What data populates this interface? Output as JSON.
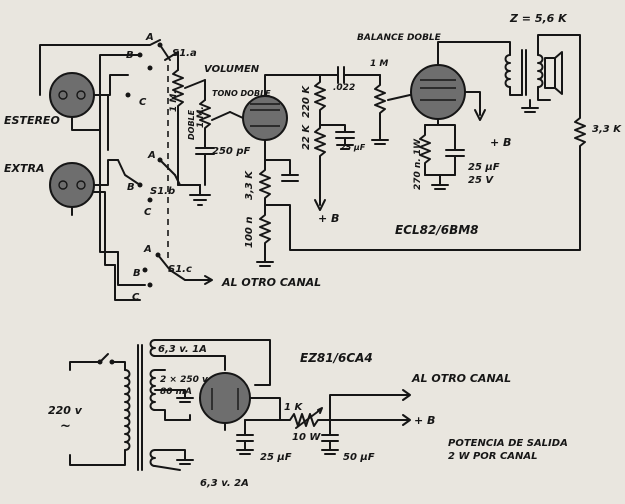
{
  "labels": {
    "estereo": "ESTEREO",
    "extra": "EXTRA",
    "s1a": "S1.a",
    "s1b": "S1.b",
    "s1c": "S1.c",
    "pos_a": "A",
    "pos_b": "B",
    "pos_c": "C",
    "volumen": "VOLUMEN",
    "vol_value": "1 M.",
    "doble": "DOBLE",
    "tono_doble": "TONO DOBLE",
    "tono_value": "1 M.",
    "cap_250pf": "250 pF",
    "r_220k": "220 K",
    "r_22k": "22 K",
    "cap_022": ".022",
    "cap_25uf_top": "25 µF",
    "balance_doble": "BALANCE DOBLE",
    "balance_value": "1 M",
    "z_value": "Z = 5,6 K",
    "r_33k_right": "3,3 K",
    "plus_b_1": "+ B",
    "plus_b_2": "+ B",
    "r_270": "270 n.  1W",
    "cap_25uf_25v_1": "25 µF",
    "cap_25uf_25v_2": "25 V",
    "r_33k_left": "3,3 K",
    "r_100": "100 n",
    "tube_1": "ECL82/6BM8",
    "al_otro_canal_1": "AL OTRO CANAL",
    "ez81": "EZ81/6CA4",
    "sec_63_1a": "6,3 v.  1A",
    "sec_250": "2 × 250 v",
    "sec_80ma": "80 mA",
    "sec_63_2a": "6,3 v.  2A",
    "mains_220": "220 v",
    "mains_ac": "~",
    "al_otro_canal_2": "AL OTRO CANAL",
    "plus_b_3": "+ B",
    "r_1k": "1 K",
    "r_10w": "10 W",
    "cap_25uf_psu": "25 µF",
    "cap_50uf_psu": "50 µF",
    "potencia_1": "POTENCIA DE SALIDA",
    "potencia_2": "2 W POR CANAL"
  }
}
